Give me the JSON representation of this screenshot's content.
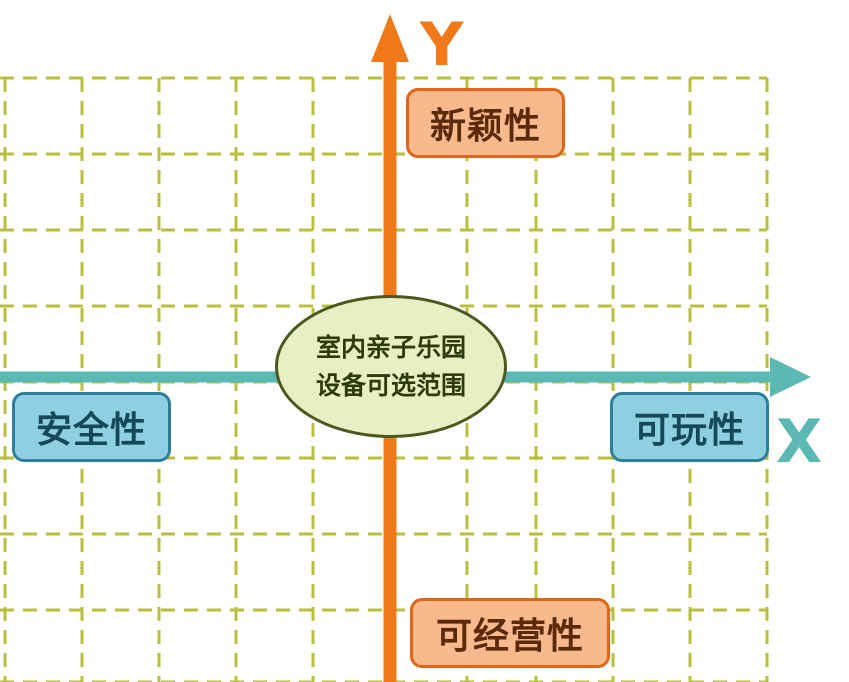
{
  "axes": {
    "y_label": "Y",
    "x_label": "X",
    "y_color": "#f07a1a",
    "x_color": "#5bb8b2"
  },
  "grid": {
    "color": "#b8bf3c",
    "style": "dashed"
  },
  "center": {
    "line1": "室内亲子乐园",
    "line2": "设备可选范围"
  },
  "tags": {
    "novelty": "新颖性",
    "operability": "可经营性",
    "safety": "安全性",
    "playability": "可玩性"
  }
}
